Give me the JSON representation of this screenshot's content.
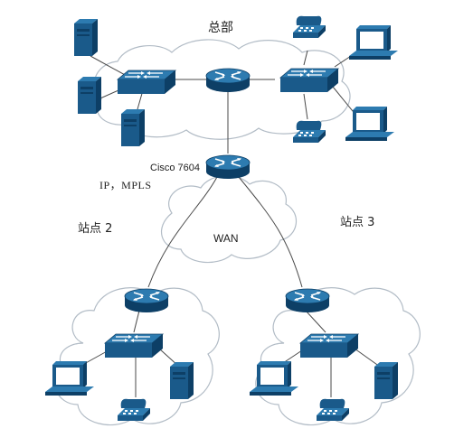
{
  "diagram": {
    "labels": {
      "headquarters": "总部",
      "core_router": "Cisco 7604",
      "protocols": "IP，MPLS",
      "wan": "WAN",
      "site2": "站点 2",
      "site3": "站点 3"
    },
    "colors": {
      "device_blue": "#1a5a8a",
      "device_dark": "#0d3f66",
      "device_light": "#2d7bb0",
      "cloud_stroke": "#a9b3bd",
      "line": "#4a4a4a"
    },
    "icons": [
      "router-icon",
      "switch-icon",
      "server-icon",
      "workstation-icon",
      "ip-phone-icon",
      "cloud-icon"
    ]
  }
}
